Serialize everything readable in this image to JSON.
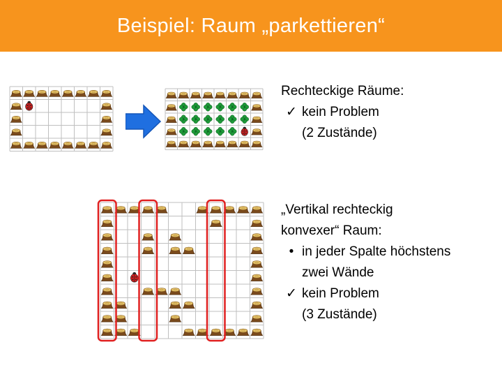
{
  "slide": {
    "title": "Beispiel: Raum „parkettieren“",
    "accent_color": "#f7941d",
    "highlight_color": "#e02020",
    "arrow_color": "#1f6fe0"
  },
  "section_rect": {
    "heading": "Rechteckige Räume:",
    "bullet_mark": "✓",
    "bullet_text": "kein Problem",
    "bullet_detail": "(2 Zustände)"
  },
  "section_convex": {
    "heading_line1": "„Vertikal rechteckig",
    "heading_line2": "konvexer“ Raum:",
    "dot_mark": "•",
    "dot_text_line1": "in jeder Spalte höchstens",
    "dot_text_line2": "zwei Wände",
    "bullet_mark": "✓",
    "bullet_text": "kein Problem",
    "bullet_detail": "(3 Zustände)"
  },
  "grids": {
    "legend_icons": [
      "tree-stump-icon",
      "ladybug-icon",
      "clover-icon"
    ],
    "rect_before": {
      "cols": 8,
      "rows": 5,
      "rows_map": [
        "SSSSSSSS",
        "SL.....S",
        "S......S",
        "S......S",
        "SSSSSSSS"
      ]
    },
    "rect_after": {
      "cols": 8,
      "rows": 5,
      "rows_map": [
        "SSSSSSSS",
        "SCCCCCCS",
        "SCCCCCCS",
        "SCCCCCLS",
        "SSSSSSSS"
      ]
    },
    "convex": {
      "cols": 12,
      "rows": 10,
      "rows_map": [
        "SSSSS..SSSSS",
        "S.......S..S",
        "S..S.S.....S",
        "S..S.SS....S",
        "S..........S",
        "S.L........S",
        "S..SSS.....S",
        "SS...SS....S",
        "SS...S.....S",
        "SSS...SSSSSS"
      ],
      "highlighted_columns": [
        0,
        3,
        8
      ]
    }
  }
}
